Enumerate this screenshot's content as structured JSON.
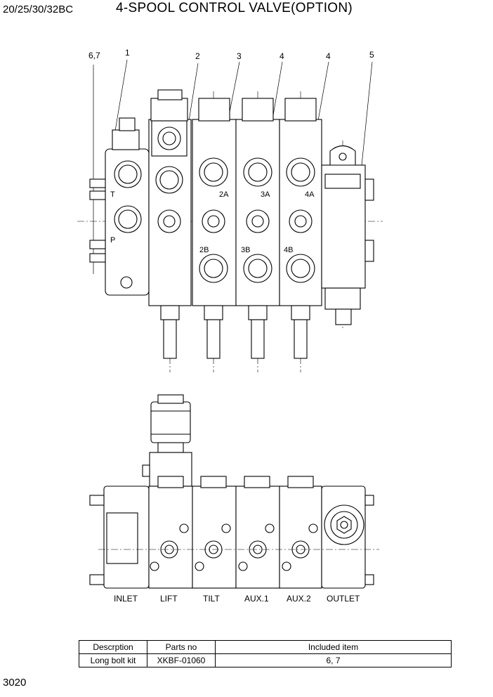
{
  "header": {
    "model": "20/25/30/32BC",
    "title": "4-SPOOL CONTROL VALVE(OPTION)"
  },
  "page_number": "3020",
  "callouts": [
    "6,7",
    "1",
    "2",
    "3",
    "4",
    "4",
    "5"
  ],
  "port_labels": {
    "t": "T",
    "p": "P",
    "a2": "2A",
    "a3": "3A",
    "a4": "4A",
    "b2": "2B",
    "b3": "3B",
    "b4": "4B"
  },
  "section_labels": [
    "INLET",
    "LIFT",
    "TILT",
    "AUX.1",
    "AUX.2",
    "OUTLET"
  ],
  "parts_table": {
    "headers": [
      "Descrption",
      "Parts no",
      "Included item"
    ],
    "rows": [
      [
        "Long bolt kit",
        "XKBF-01060",
        "6, 7"
      ]
    ]
  }
}
